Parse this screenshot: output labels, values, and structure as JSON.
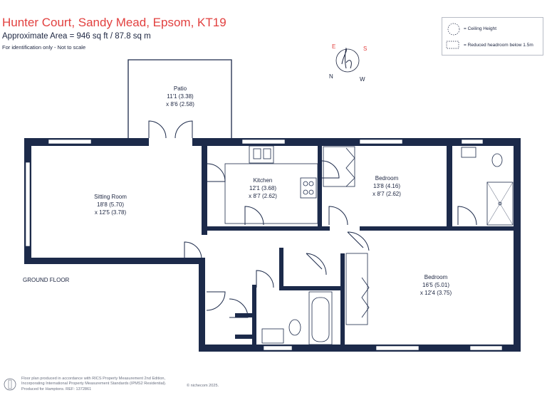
{
  "header": {
    "title": "Hunter Court, Sandy Mead, Epsom, KT19",
    "area": "Approximate Area = 946 sq ft / 87.8 sq m",
    "disclaimer": "For identification only - Not to scale"
  },
  "legend": {
    "ceiling_height": "= Ceiling Height",
    "reduced_headroom": "= Reduced headroom below 1.5m"
  },
  "compass": {
    "n": "N",
    "e": "E",
    "s": "S",
    "w": "W"
  },
  "rooms": {
    "patio": {
      "name": "Patio",
      "dim1": "11'1 (3.38)",
      "dim2": "x 8'6 (2.58)"
    },
    "sitting": {
      "name": "Sitting Room",
      "dim1": "18'8 (5.70)",
      "dim2": "x 12'5 (3.78)"
    },
    "kitchen": {
      "name": "Kitchen",
      "dim1": "12'1 (3.68)",
      "dim2": "x 8'7 (2.62)"
    },
    "bedroom1": {
      "name": "Bedroom",
      "dim1": "13'8 (4.16)",
      "dim2": "x 8'7 (2.62)"
    },
    "bedroom2": {
      "name": "Bedroom",
      "dim1": "16'5 (5.01)",
      "dim2": "x 12'4 (3.75)"
    }
  },
  "floor_label": "GROUND FLOOR",
  "footer": {
    "lines": [
      "Floor plan produced in accordance with RICS Property Measurement 2nd Edition,",
      "Incorporating International Property Measurement Standards (IPMS2 Residential).",
      "Produced for Hamptons.   REF: 1372861"
    ],
    "brand": "© nichecom 2025."
  },
  "colors": {
    "wall": "#1c2a4a",
    "title": "#e2403f",
    "text": "#1c2540"
  }
}
